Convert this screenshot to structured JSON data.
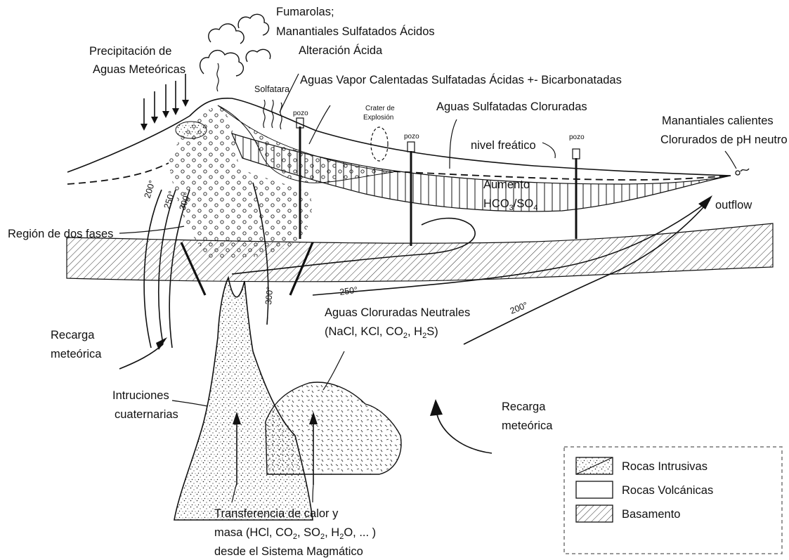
{
  "labels": {
    "fumarolas": "Fumarolas;",
    "manantiales_sulfatados": "Manantiales Sulfatados Ácidos",
    "alteracion": "Alteración Ácida",
    "precipitacion_1": "Precipitación de",
    "precipitacion_2": "Aguas Meteóricas",
    "solfatara": "Solfatara",
    "aguas_vapor": "Aguas Vapor Calentadas Sulfatadas Ácidas  +- Bicarbonatadas",
    "aguas_sulfatadas_cloruradas": "Aguas Sulfatadas Cloruradas",
    "crater_1": "Crater de",
    "crater_2": "Explosión",
    "pozo": "pozo",
    "manantiales_calientes_1": "Manantiales calientes",
    "manantiales_calientes_2": "Clorurados de pH neutro",
    "nivel_freatico": "nivel freático",
    "aumento": "Aumento",
    "hco3": "HCO",
    "hco3_sub": "3",
    "so4": "/SO",
    "so4_sub": "4",
    "outflow": "outflow",
    "region_dos_fases": "Región de dos fases",
    "aguas_cloruradas": "Aguas Cloruradas Neutrales",
    "formula_a": "(NaCl, KCl, CO",
    "formula_sub_a": "2",
    "formula_b": ", H",
    "formula_sub_b": "2",
    "formula_c": "S)",
    "recarga_1": "Recarga",
    "recarga_2": "meteórica",
    "intruciones_1": "Intruciones",
    "intruciones_2": "cuaternarias",
    "transferencia_1": "Transferencia de calor y",
    "transferencia_2a": "masa (HCl, CO",
    "transferencia_2s1": "2",
    "transferencia_2b": ", SO",
    "transferencia_2s2": "2",
    "transferencia_2c": ", H",
    "transferencia_2s3": "2",
    "transferencia_2d": "O, ... )",
    "transferencia_3": "desde el Sistema Magmático"
  },
  "isotherms": {
    "t200": "200°",
    "t250": "250°",
    "t300": "300°"
  },
  "legend": {
    "items": [
      {
        "label": "Rocas Intrusivas",
        "pattern": "intrusive"
      },
      {
        "label": "Rocas Volcánicas",
        "pattern": "volcanic"
      },
      {
        "label": "Basamento",
        "pattern": "basement"
      }
    ]
  },
  "colors": {
    "ink": "#111111",
    "background": "#ffffff",
    "legend_border": "#777777"
  }
}
